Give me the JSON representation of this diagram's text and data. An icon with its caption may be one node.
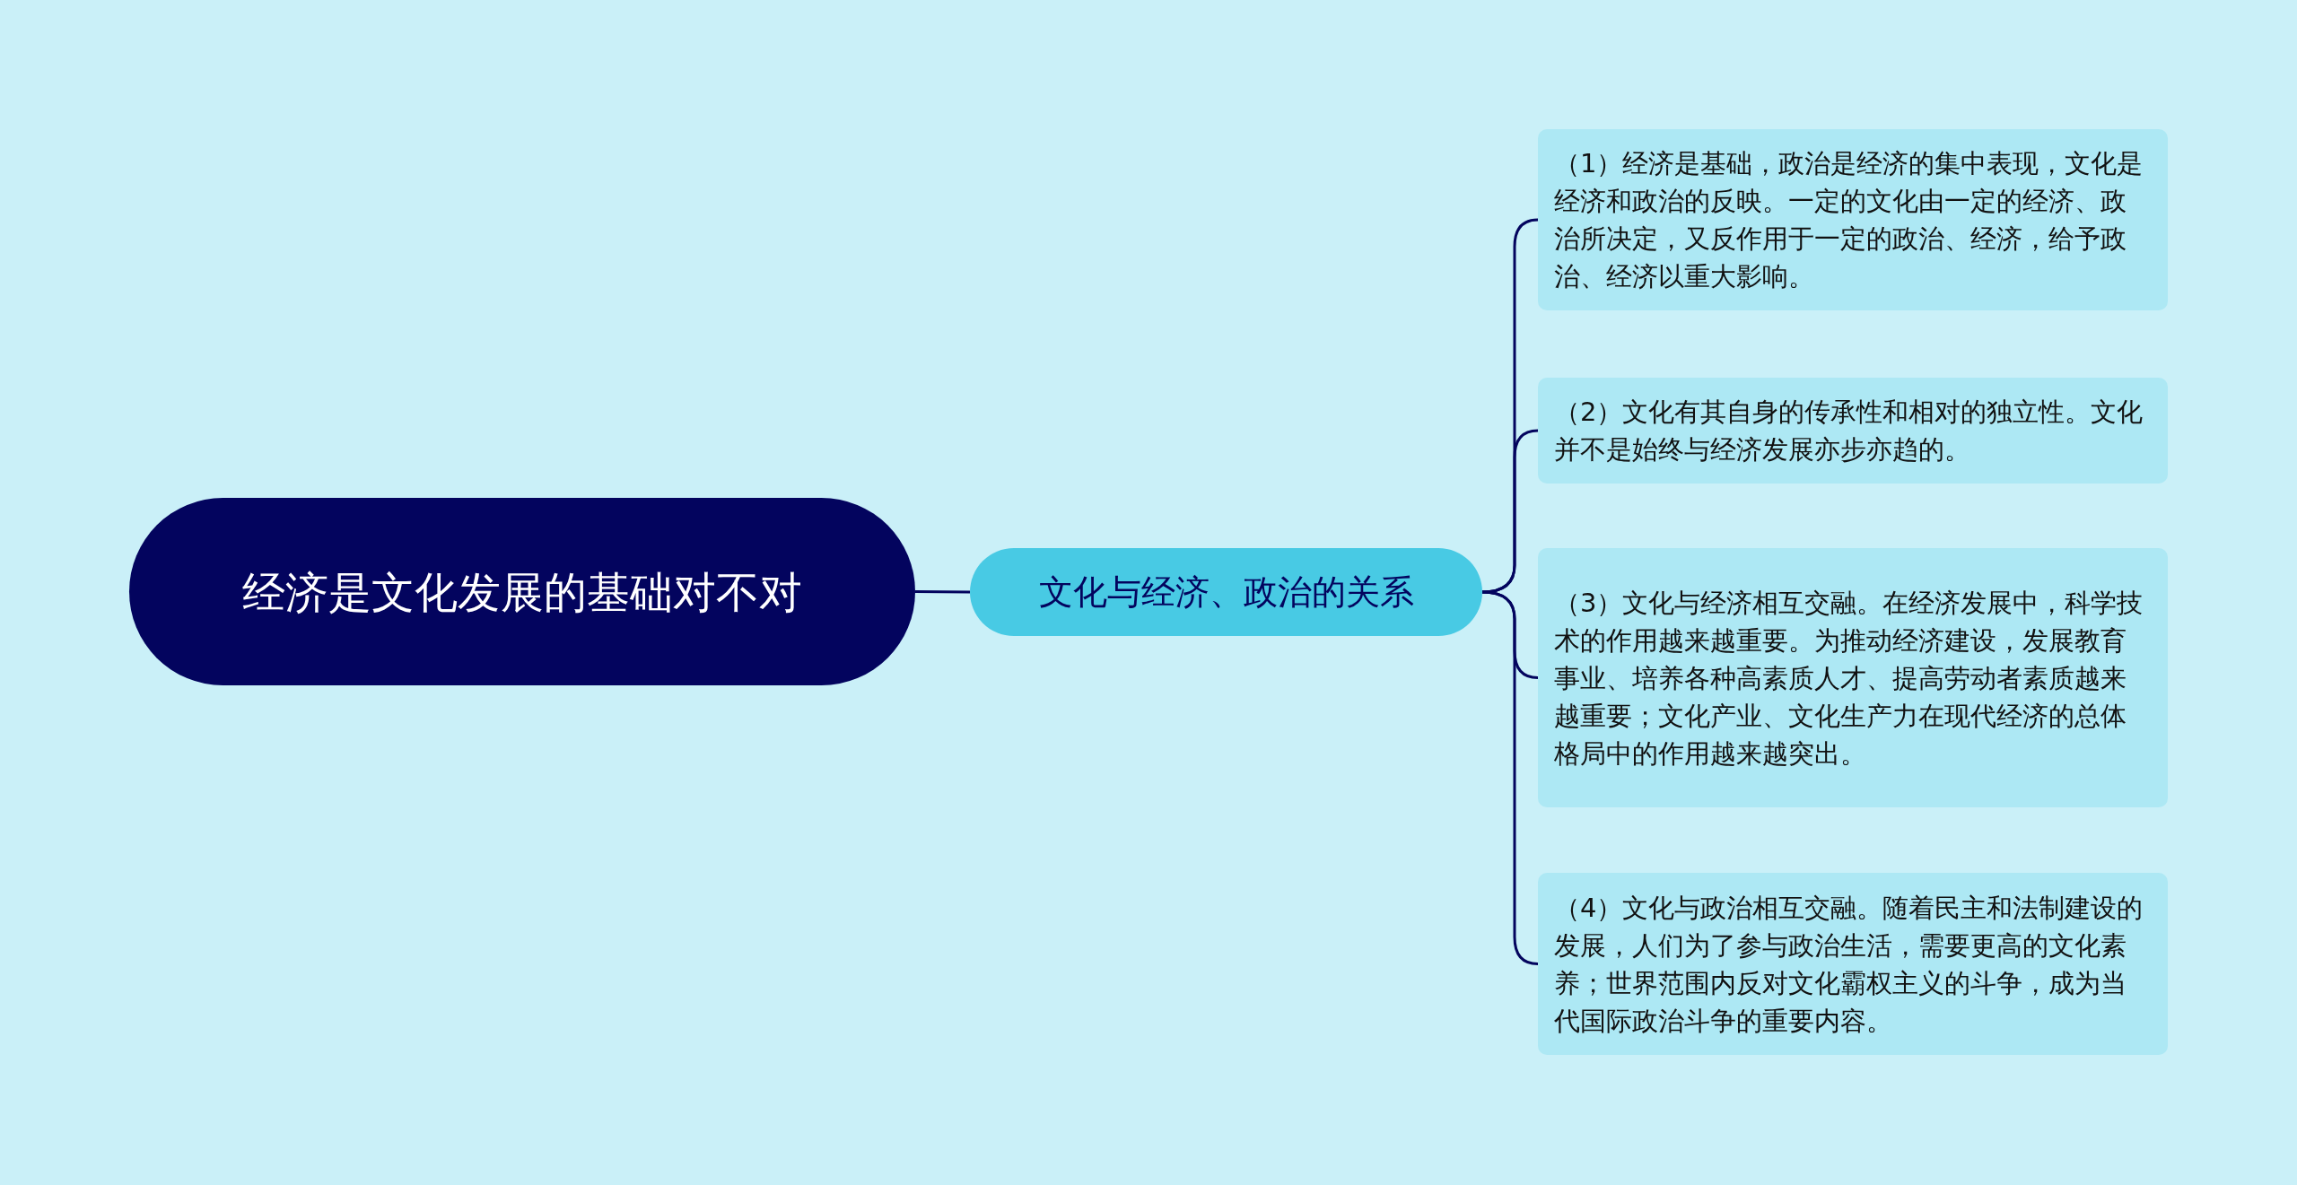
{
  "diagram": {
    "nodes": [
      {
        "text": [
          "经济是文化发展的基础对不对"
        ]
      },
      {
        "text": [
          "文化与经济、政治的关系"
        ]
      },
      {
        "text": [
          "（1）经济是基础，政治是经济的集中表现，文化是经济和政治的反映。一定的文化由一定的经济、政治所决定，又反作用于一定的政治、经济，给予政治、经济以重大影响。"
        ]
      },
      {
        "text": [
          "（2）文化有其自身的传承性和相对的独立性。文化并不是始终与经济发展亦步亦趋的。"
        ]
      },
      {
        "text": [
          "（3）文化与经济相互交融。在经济发展中，科学技术的作用越来越重要。为推动经济建设，发展教育事业、培养各种高素质人才、提高劳动者素质越来越重要；文化产业、文化生产力在现代经济的总体格局中的作用越来越突出。"
        ]
      },
      {
        "text": [
          "（4）文化与政治相互交融。随着民主和法制建设的发展，人们为了参与政治生活，需要更高的文化素养；世界范围内反对文化霸权主义的斗争，成为当代国际政治斗争的重要内容。"
        ]
      }
    ],
    "edges": [
      {
        "from": 0,
        "to": 1,
        "arrow": "none"
      },
      {
        "from": 1,
        "to": 2,
        "arrow": "none"
      },
      {
        "from": 1,
        "to": 3,
        "arrow": "none"
      },
      {
        "from": 1,
        "to": 4,
        "arrow": "none"
      },
      {
        "from": 1,
        "to": 5,
        "arrow": "none"
      }
    ]
  }
}
